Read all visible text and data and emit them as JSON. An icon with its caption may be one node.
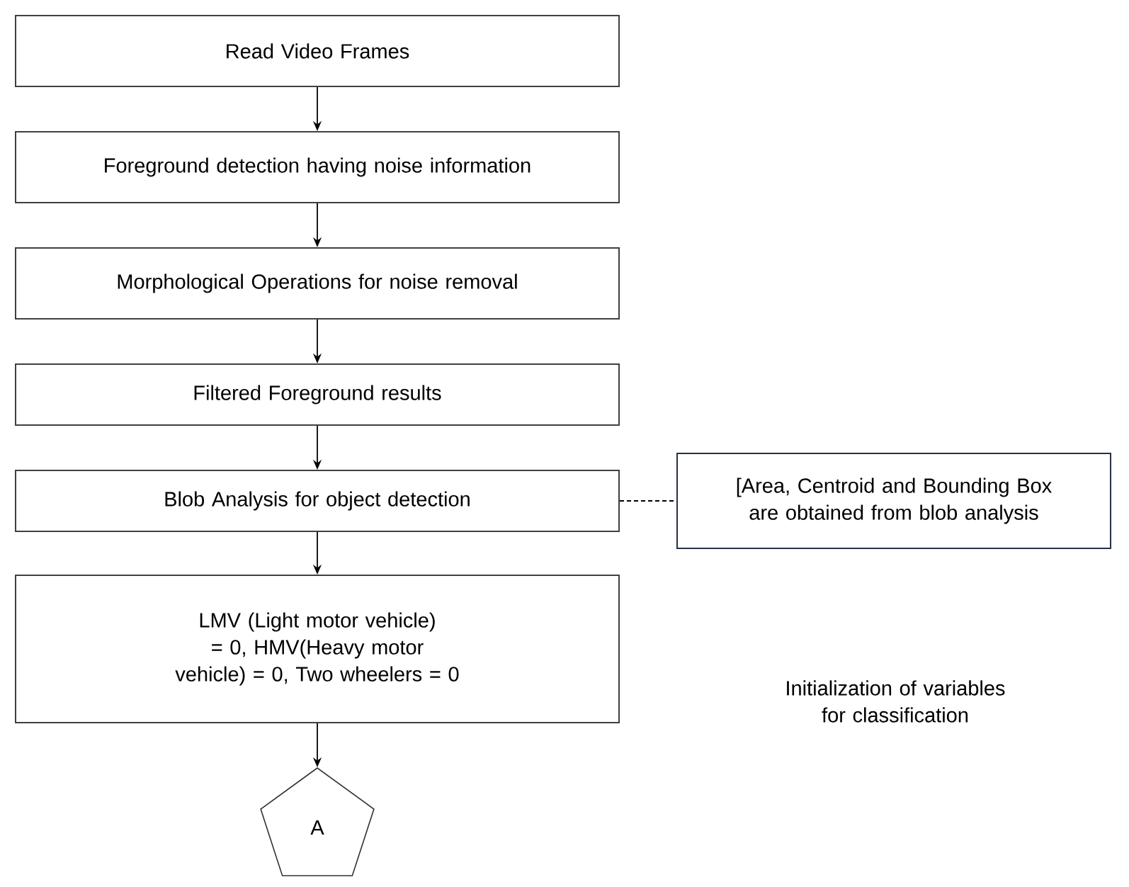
{
  "diagram": {
    "nodes": [
      {
        "text": [
          "Read Video Frames"
        ]
      },
      {
        "text": [
          "Foreground detection having noise information"
        ]
      },
      {
        "text": [
          "Morphological Operations for noise removal"
        ]
      },
      {
        "text": [
          "Filtered Foreground results"
        ]
      },
      {
        "text": [
          "Blob Analysis for object detection"
        ]
      },
      {
        "text": [
          "LMV (Light motor vehicle) = 0, HMV(Heavy motor vehicle) = 0, Two wheelers = 0"
        ]
      },
      {
        "text": [
          "A"
        ]
      },
      {
        "text": [
          "[Area, Centroid and Bounding Box are obtained from blob analysis"
        ]
      }
    ],
    "edges": [
      {
        "from": 0,
        "to": 1,
        "arrow": "to"
      },
      {
        "from": 1,
        "to": 2,
        "arrow": "to"
      },
      {
        "from": 2,
        "to": 3,
        "arrow": "to"
      },
      {
        "from": 3,
        "to": 4,
        "arrow": "to"
      },
      {
        "from": 4,
        "to": 5,
        "arrow": "to"
      },
      {
        "from": 5,
        "to": 6,
        "arrow": "to"
      },
      {
        "from": 4,
        "to": 7,
        "arrow": "none",
        "style": "dashed"
      }
    ],
    "labels": [
      "Initialization of variables for classification"
    ]
  }
}
